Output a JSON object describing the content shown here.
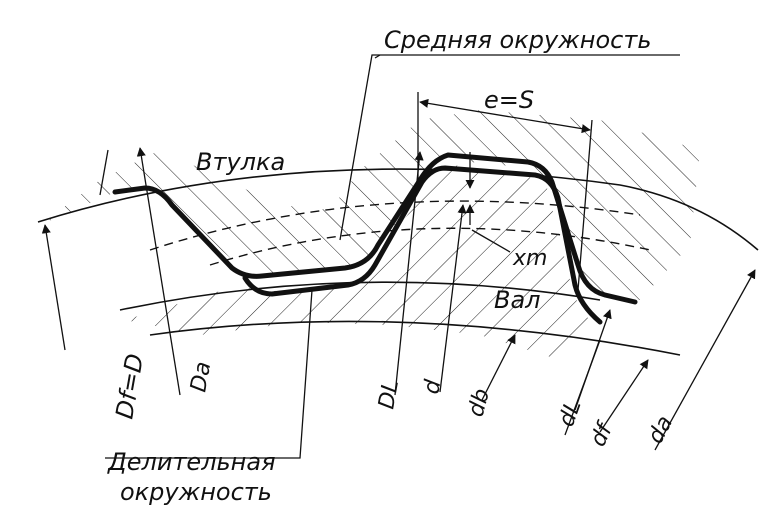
{
  "labels": {
    "middle_circle": "Средняя окружность",
    "e_equals_s": "e=S",
    "sleeve": "Втулка",
    "shaft": "Вал",
    "xm": "xm",
    "pitch_circle_line1": "Делительная",
    "pitch_circle_line2": "окружность"
  },
  "dimensions": {
    "Df_D": "Df=D",
    "Da": "Da",
    "DL": "DL",
    "d": "d",
    "db": "db",
    "dL": "dL",
    "df": "df",
    "da": "da"
  },
  "colors": {
    "ink": "#111111",
    "paper": "#ffffff"
  }
}
